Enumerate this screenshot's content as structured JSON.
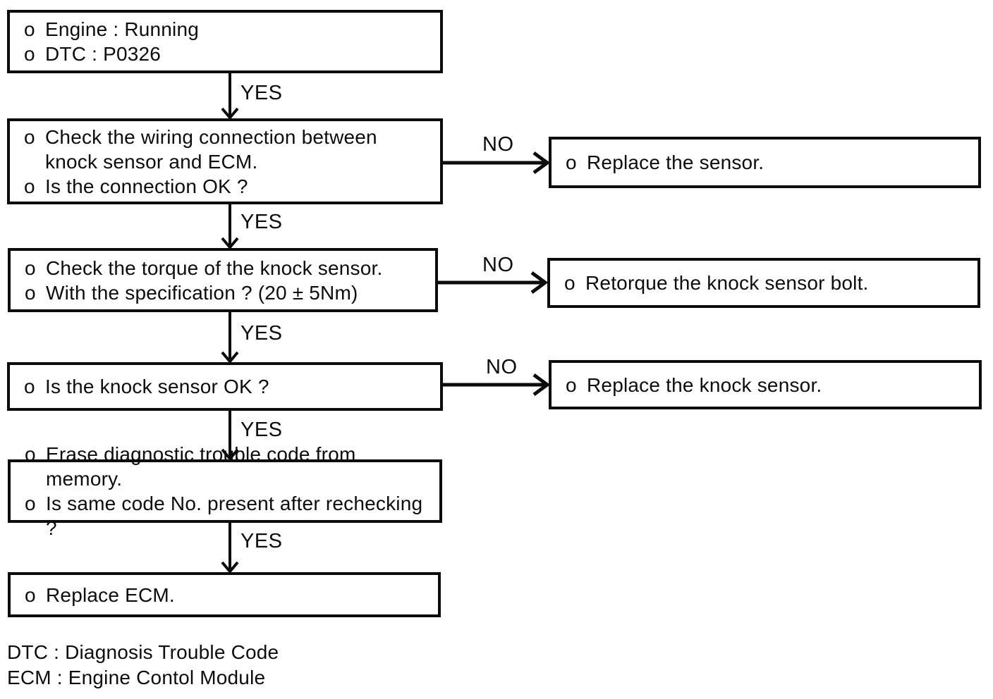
{
  "bullet": "o",
  "labels": {
    "yes": "YES",
    "no": "NO"
  },
  "nodes": {
    "start": {
      "lines": [
        "Engine : Running",
        "DTC : P0326"
      ]
    },
    "check_wiring": {
      "lines": [
        "Check the wiring connection between knock sensor and ECM.",
        "Is the connection OK ?"
      ]
    },
    "replace_sensor": {
      "lines": [
        "Replace the sensor."
      ]
    },
    "check_torque": {
      "lines": [
        "Check the torque of the knock sensor.",
        "With the specification ? (20 ± 5Nm)"
      ]
    },
    "retorque_bolt": {
      "lines": [
        "Retorque the knock sensor bolt."
      ]
    },
    "knock_sensor_ok": {
      "lines": [
        "Is the knock sensor OK ?"
      ]
    },
    "replace_knock_sensor": {
      "lines": [
        "Replace the knock sensor."
      ]
    },
    "erase_code": {
      "lines": [
        "Erase diagnostic trouble code from memory.",
        "Is same code No. present after rechecking ?"
      ]
    },
    "replace_ecm": {
      "lines": [
        "Replace ECM."
      ]
    }
  },
  "footnotes": [
    "DTC : Diagnosis Trouble Code",
    "ECM : Engine Contol Module"
  ],
  "colors": {
    "ink": "#0c0c0c",
    "background": "#ffffff"
  }
}
